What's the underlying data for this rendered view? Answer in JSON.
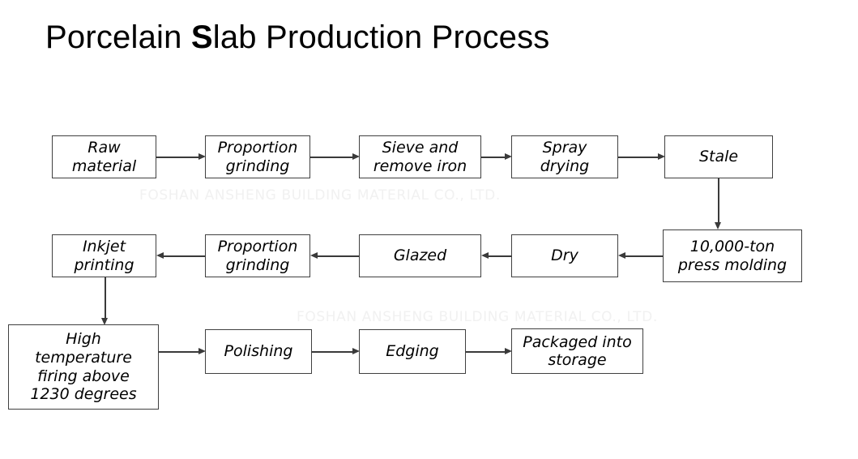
{
  "title": {
    "prefix": "Porcelain ",
    "accent": "S",
    "suffix": "lab Production Process"
  },
  "watermark": {
    "text": "FOSHAN ANSHENG BUILDING MATERIAL CO., LTD.",
    "color": "#f1f1f1",
    "occurrences": 2
  },
  "colors": {
    "background": "#ffffff",
    "box_border": "#404040",
    "connector": "#3a3a3a",
    "text": "#000000"
  },
  "flowchart": {
    "type": "process-flow",
    "direction": "serpentine",
    "rows": [
      {
        "index": 1,
        "flow": "left-to-right",
        "nodes": [
          {
            "id": "raw-material",
            "line1": "Raw",
            "line2": "material"
          },
          {
            "id": "proportion-grinding-1",
            "line1": "Proportion",
            "line2": "grinding"
          },
          {
            "id": "sieve-remove-iron",
            "line1": "Sieve and",
            "line2": "remove iron"
          },
          {
            "id": "spray-drying",
            "line1": "Spray",
            "line2": "drying"
          },
          {
            "id": "stale",
            "line1": "Stale",
            "line2": ""
          }
        ]
      },
      {
        "index": 2,
        "flow": "right-to-left",
        "nodes": [
          {
            "id": "inkjet-printing",
            "line1": "Inkjet",
            "line2": "printing"
          },
          {
            "id": "proportion-grinding-2",
            "line1": "Proportion",
            "line2": "grinding"
          },
          {
            "id": "glazed",
            "line1": "Glazed",
            "line2": ""
          },
          {
            "id": "dry",
            "line1": "Dry",
            "line2": ""
          },
          {
            "id": "press-molding",
            "line1": "10,000-ton",
            "line2": "press molding"
          }
        ]
      },
      {
        "index": 3,
        "flow": "left-to-right",
        "nodes": [
          {
            "id": "high-temp-firing",
            "line1": "High",
            "line2": "temperature",
            "line3": "firing above",
            "line4": "1230 degrees"
          },
          {
            "id": "polishing",
            "line1": "Polishing",
            "line2": ""
          },
          {
            "id": "edging",
            "line1": "Edging",
            "line2": ""
          },
          {
            "id": "packaged-storage",
            "line1": "Packaged into",
            "line2": "storage"
          }
        ]
      }
    ],
    "sequence": [
      "Raw material",
      "Proportion grinding",
      "Sieve and remove iron",
      "Spray drying",
      "Stale",
      "10,000-ton press molding",
      "Dry",
      "Glazed",
      "Proportion grinding",
      "Inkjet printing",
      "High temperature firing above 1230 degrees",
      "Polishing",
      "Edging",
      "Packaged into storage"
    ]
  }
}
